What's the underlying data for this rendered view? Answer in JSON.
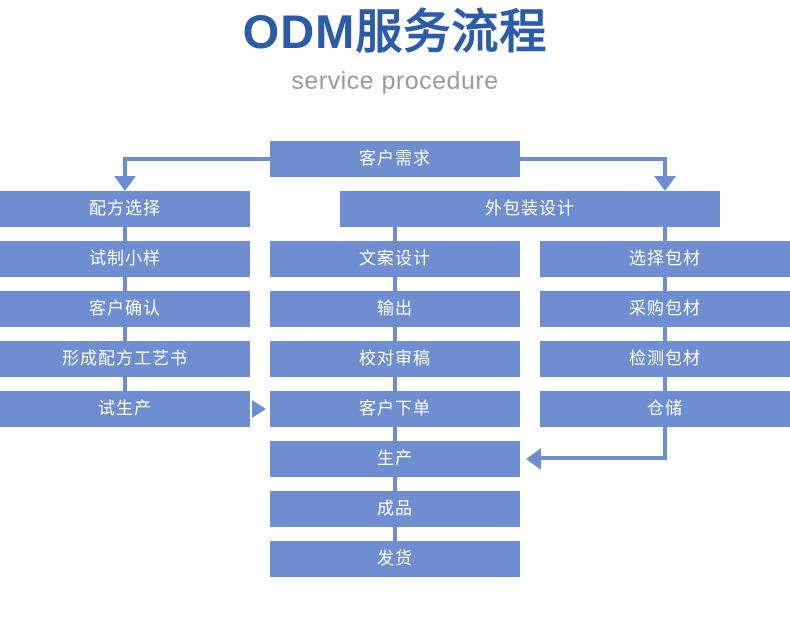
{
  "header": {
    "title": "ODM服务流程",
    "subtitle": "service procedure",
    "title_color": "#2b5ba9",
    "subtitle_color": "#9b9b9b"
  },
  "theme": {
    "node_fill": "#6f8dd1",
    "node_text": "#ffffff",
    "connector": "#6f8dd1",
    "background": "#ffffff"
  },
  "flow": {
    "start": {
      "label": "客户需求"
    },
    "branch_left": {
      "label": "配方选择"
    },
    "branch_right": {
      "label": "外包装设计"
    },
    "columns": {
      "formula": [
        {
          "label": "试制小样"
        },
        {
          "label": "客户确认"
        },
        {
          "label": "形成配方工艺书"
        },
        {
          "label": "试生产"
        }
      ],
      "design": [
        {
          "label": "文案设计"
        },
        {
          "label": "输出"
        },
        {
          "label": "校对审稿"
        },
        {
          "label": "客户下单"
        }
      ],
      "packaging": [
        {
          "label": "选择包材"
        },
        {
          "label": "采购包材"
        },
        {
          "label": "检测包材"
        },
        {
          "label": "仓储"
        }
      ]
    },
    "tail": [
      {
        "label": "生产"
      },
      {
        "label": "成品"
      },
      {
        "label": "发货"
      }
    ]
  }
}
